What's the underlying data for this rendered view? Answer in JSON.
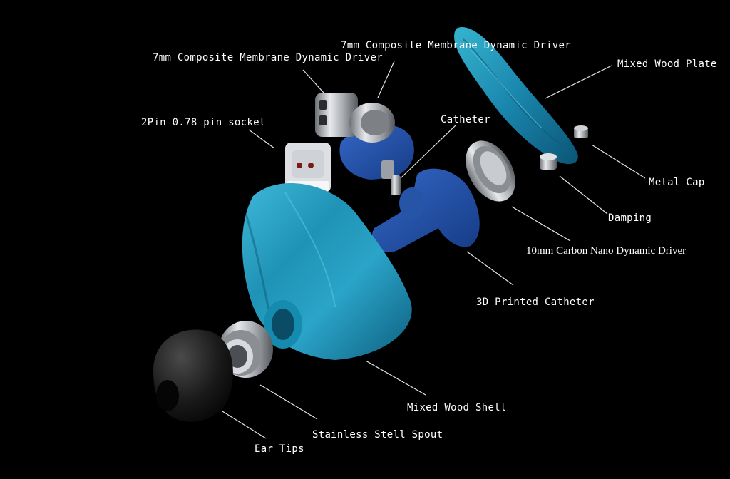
{
  "colors": {
    "background": "#000000",
    "text": "#ffffff",
    "leader_line": "#e6e6e6",
    "wood_teal": "#1f93b5",
    "resin_blue": "#1f4fa8",
    "metal": "#b9bcc0",
    "ear_tip": "#1b1b1b"
  },
  "labels": {
    "driver_left": "7mm Composite Membrane Dynamic Driver",
    "driver_right": "7mm Composite Membrane Dynamic Driver",
    "mixed_wood_plate": "Mixed Wood Plate",
    "pin_socket": "2Pin 0.78 pin socket",
    "catheter": "Catheter",
    "metal_cap": "Metal Cap",
    "damping": "Damping",
    "carbon_driver": "10mm Carbon Nano Dynamic Driver",
    "printed_catheter": "3D Printed Catheter",
    "mixed_wood_shell": "Mixed Wood Shell",
    "spout": "Stainless Stell Spout",
    "ear_tips": "Ear Tips"
  }
}
